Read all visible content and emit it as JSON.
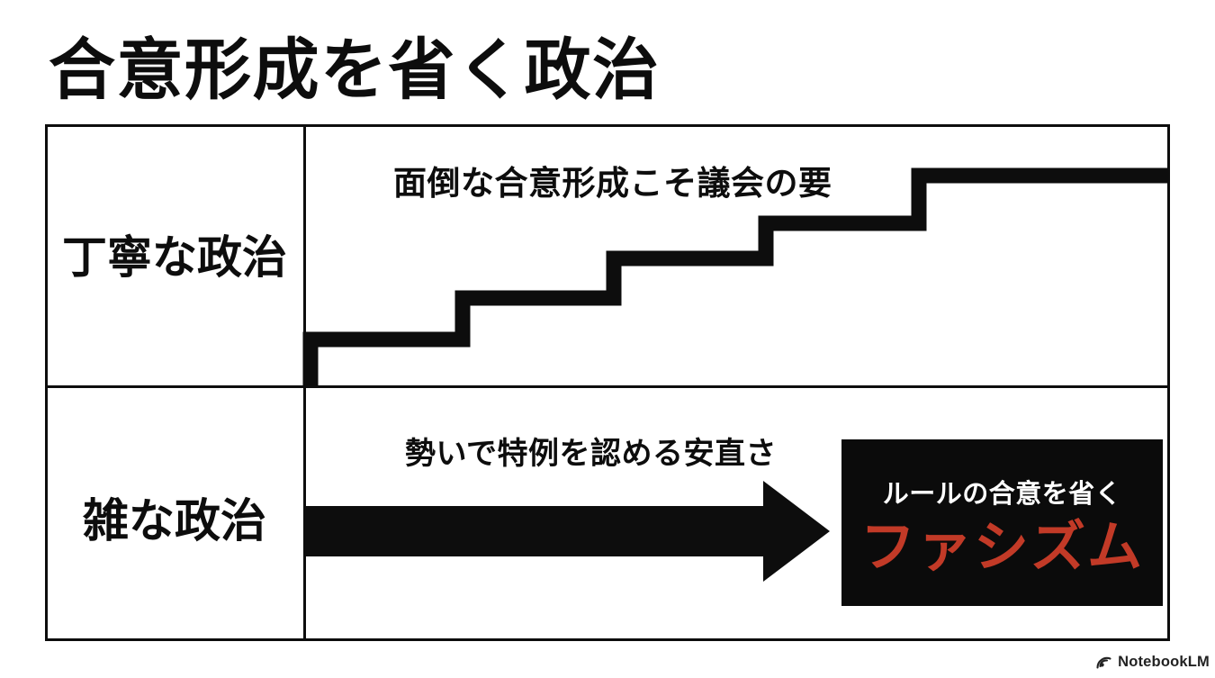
{
  "title": "合意形成を省く政治",
  "rows": [
    {
      "label": "丁寧な政治",
      "caption": "面倒な合意形成こそ議会の要",
      "graphic": "staircase-rising-steps"
    },
    {
      "label": "雑な政治",
      "caption": "勢いで特例を認める安直さ",
      "graphic": "thick-right-arrow"
    }
  ],
  "result_box": {
    "line1": "ルールの合意を省く",
    "line2": "ファシズム"
  },
  "footer": {
    "brand": "NotebookLM",
    "icon": "notebooklm-logo-icon"
  },
  "colors": {
    "ink": "#0d0d0d",
    "box-bg": "#0b0b0b",
    "accent-red": "#c23a27",
    "box-text": "#ffffff",
    "footer-ink": "#222222"
  }
}
